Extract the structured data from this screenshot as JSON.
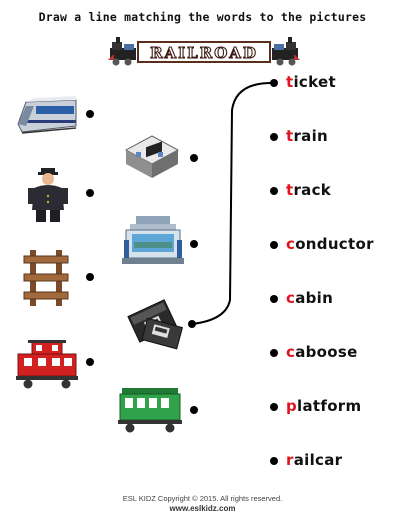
{
  "title": "Draw a line matching the words to the pictures",
  "banner_text": "RAILROAD",
  "words": [
    {
      "first": "t",
      "rest": "icket"
    },
    {
      "first": "t",
      "rest": "rain"
    },
    {
      "first": "t",
      "rest": "rack"
    },
    {
      "first": "c",
      "rest": "onductor"
    },
    {
      "first": "c",
      "rest": "abin"
    },
    {
      "first": "c",
      "rest": "aboose"
    },
    {
      "first": "p",
      "rest": "latform"
    },
    {
      "first": "r",
      "rest": "ailcar"
    }
  ],
  "footer": {
    "copyright": "ESL KIDZ Copyright © 2015. All rights reserved.",
    "website": "www.eslkidz.com"
  },
  "colors": {
    "highlight_letter": "#e0141e",
    "caboose_red": "#d32020",
    "railcar_green": "#2fa24a"
  },
  "icons": [
    "train-icon",
    "conductor-icon",
    "track-icon",
    "caboose-icon",
    "cabin-icon",
    "platform-icon",
    "ticket-icon",
    "railcar-icon"
  ]
}
